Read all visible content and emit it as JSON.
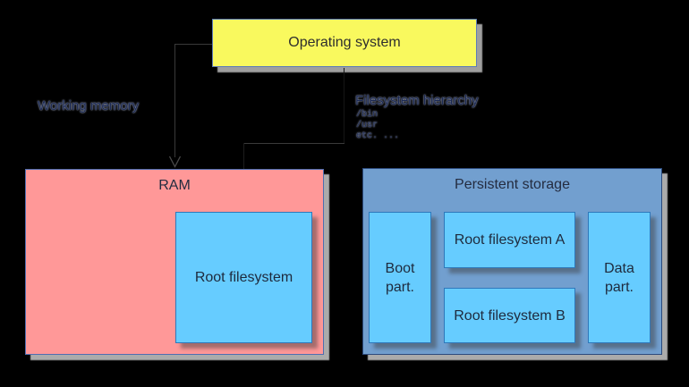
{
  "diagram": {
    "os_box": {
      "label": "Operating system"
    },
    "working_memory": {
      "title": "Working memory"
    },
    "filesystem_hierarchy": {
      "title": "Filesystem hierarchy",
      "entries": [
        "/bin",
        "/usr",
        "etc. ..."
      ]
    },
    "ram": {
      "label": "RAM",
      "root_filesystem": {
        "label": "Root filesystem"
      }
    },
    "persistent_storage": {
      "label": "Persistent storage",
      "partitions": [
        {
          "label": "Boot part."
        },
        {
          "label": "Root filesystem A"
        },
        {
          "label": "Root filesystem B"
        },
        {
          "label": "Data part."
        }
      ]
    },
    "colors": {
      "background": "#000000",
      "os_fill": "#f9f95e",
      "ram_fill": "#ff9898",
      "persistent_fill": "#729fcf",
      "partition_fill": "#66ccff",
      "shadow": "#ababab"
    }
  }
}
